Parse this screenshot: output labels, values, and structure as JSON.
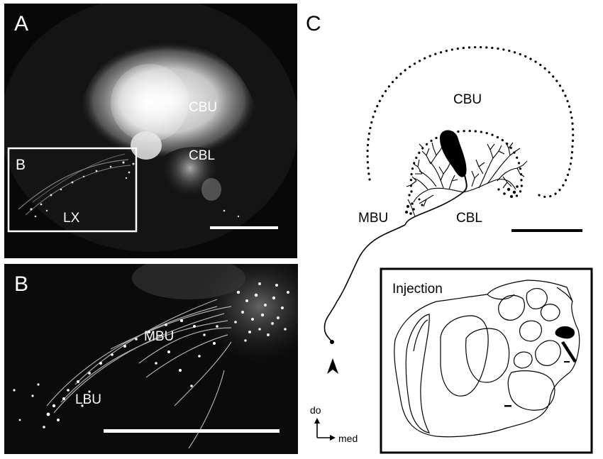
{
  "figure": {
    "panel_a": {
      "letter": "A",
      "labels": {
        "cbu": "CBU",
        "cbl": "CBL",
        "lx": "LX"
      },
      "inset_letter": "B"
    },
    "panel_b": {
      "letter": "B",
      "labels": {
        "mbu": "MBU",
        "lbu": "LBU"
      }
    },
    "panel_c": {
      "letter": "C",
      "labels": {
        "cbu": "CBU",
        "mbu": "MBU",
        "cbl": "CBL"
      },
      "inset_title": "Injection",
      "axes": {
        "dorsal": "do",
        "medial": "med"
      }
    }
  },
  "colors": {
    "background_dark": "#080808",
    "fluorescence": "#f2f2f2",
    "ink": "#000000"
  },
  "icons": [
    "arrowhead-icon",
    "orientation-axes-icon",
    "scale-bar"
  ]
}
